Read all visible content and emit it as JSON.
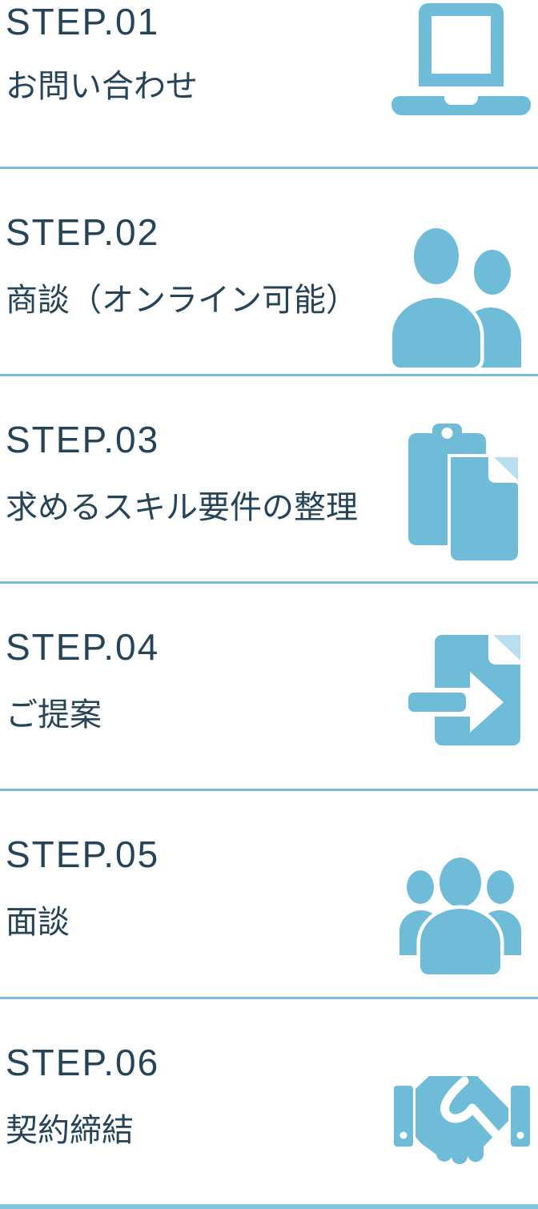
{
  "colors": {
    "ink": "#264458",
    "blue": "#6fbcd9",
    "blue_light": "#b9dfee",
    "divider": "#7abbd5",
    "bar": "#7ec7de"
  },
  "steps": [
    {
      "step": "STEP.01",
      "label": "お問い合わせ",
      "icon": "laptop-icon"
    },
    {
      "step": "STEP.02",
      "label": "商談（オンライン可能）",
      "icon": "two-people-icon"
    },
    {
      "step": "STEP.03",
      "label": "求めるスキル要件の整理",
      "icon": "clipboard-documents-icon"
    },
    {
      "step": "STEP.04",
      "label": "ご提案",
      "icon": "document-arrow-icon"
    },
    {
      "step": "STEP.05",
      "label": "面談",
      "icon": "three-people-icon"
    },
    {
      "step": "STEP.06",
      "label": "契約締結",
      "icon": "handshake-icon"
    }
  ]
}
